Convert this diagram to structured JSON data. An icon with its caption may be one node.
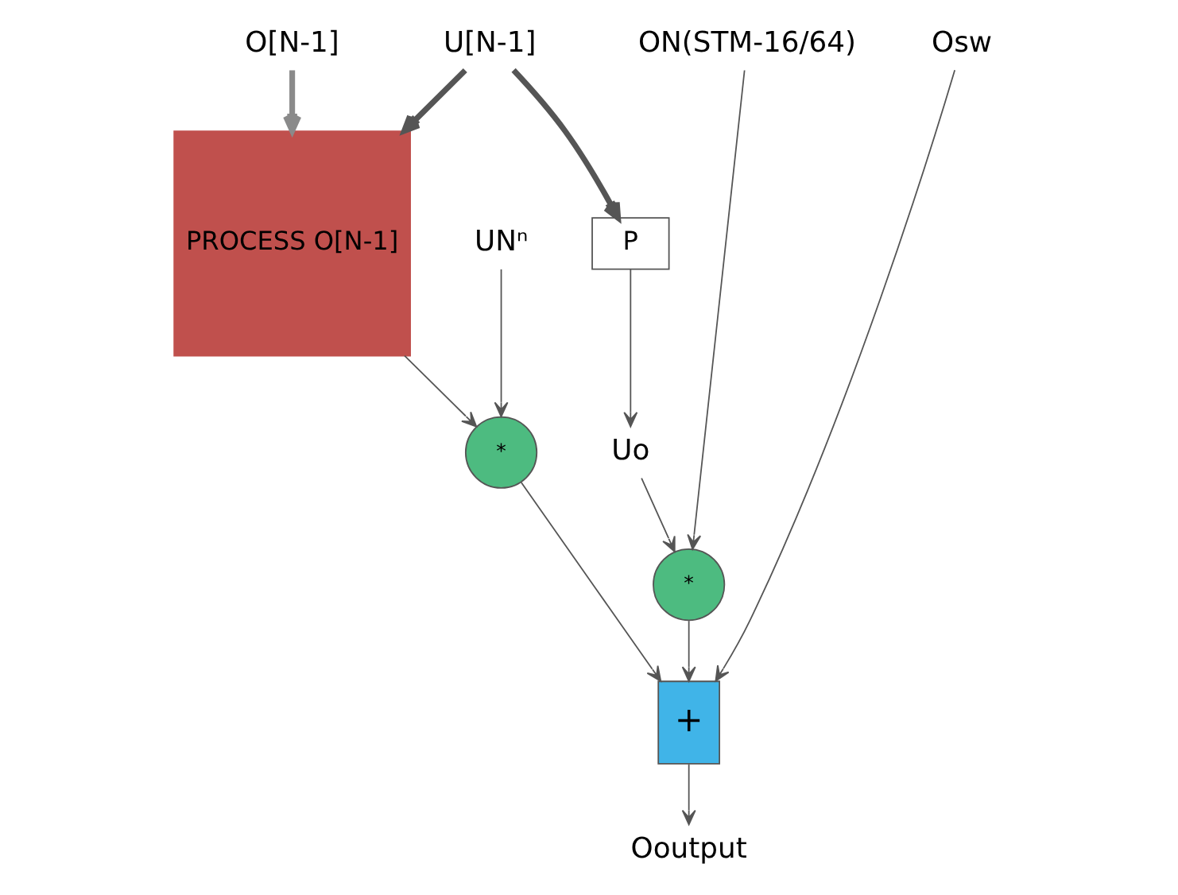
{
  "diagram": {
    "nodes": [
      {
        "text": [
          "U[N-1]"
        ]
      },
      {
        "text": [
          "O[N-1]"
        ]
      },
      {
        "text": [
          "ON(STM-16/64)"
        ]
      },
      {
        "text": [
          "Osw"
        ]
      },
      {
        "text": [
          "P"
        ]
      },
      {
        "text": [
          "Uo"
        ]
      },
      {
        "text": [
          "UNⁿ"
        ]
      },
      {
        "text": [
          "PROCESS O[N-1]"
        ]
      },
      {
        "text": [
          "*"
        ]
      },
      {
        "text": [
          "*"
        ]
      },
      {
        "text": [
          "+"
        ]
      },
      {
        "text": [
          "Ooutput"
        ]
      }
    ],
    "edges": [
      {
        "from": 0,
        "to": 7,
        "arrow": "to",
        "style": "thick"
      },
      {
        "from": 0,
        "to": 4,
        "arrow": "to",
        "style": "thick"
      },
      {
        "from": 1,
        "to": 7,
        "arrow": "to",
        "style": "thick",
        "color": "#8a8a8a"
      },
      {
        "from": 4,
        "to": 5,
        "arrow": "to"
      },
      {
        "from": 6,
        "to": 8,
        "arrow": "to"
      },
      {
        "from": 7,
        "to": 8,
        "arrow": "to"
      },
      {
        "from": 2,
        "to": 9,
        "arrow": "to"
      },
      {
        "from": 5,
        "to": 9,
        "arrow": "to"
      },
      {
        "from": 8,
        "to": 10,
        "arrow": "to"
      },
      {
        "from": 9,
        "to": 10,
        "arrow": "to"
      },
      {
        "from": 3,
        "to": 10,
        "arrow": "to"
      },
      {
        "from": 10,
        "to": 11,
        "arrow": "to"
      }
    ]
  }
}
